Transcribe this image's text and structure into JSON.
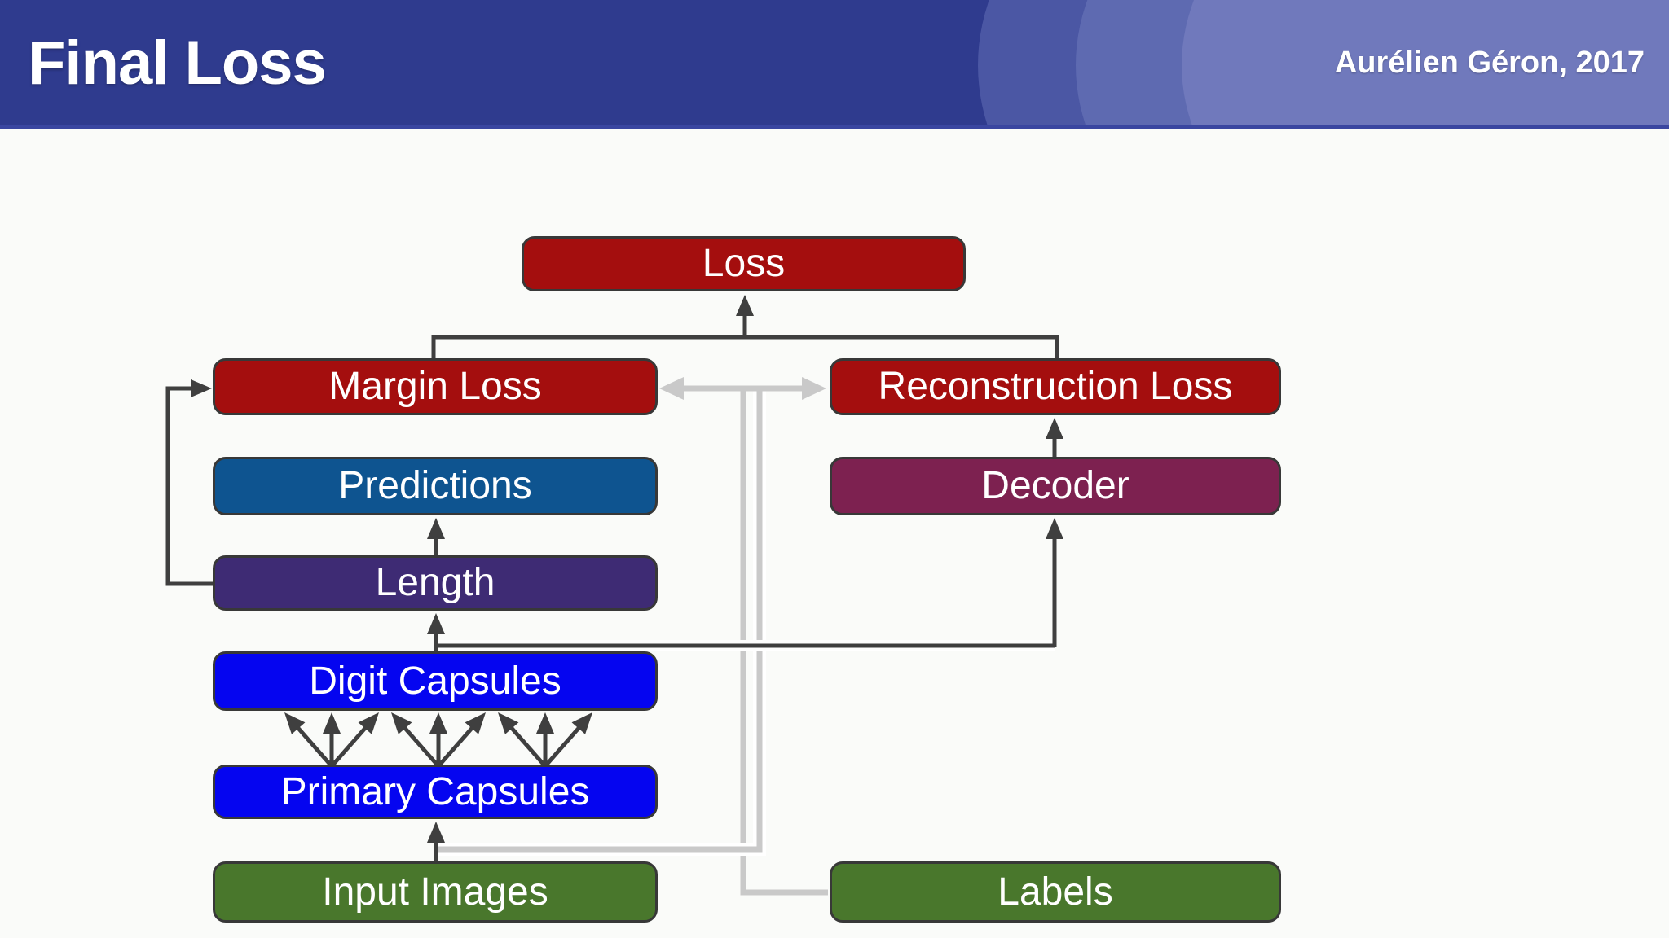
{
  "header": {
    "title": "Final Loss",
    "attribution": "Aurélien Géron, 2017",
    "bg": "#2f3b8e",
    "swoosh": [
      "#4b57a4",
      "#5e6ab1",
      "#7079bc"
    ],
    "bottom_line": "#3a46a0",
    "text_color": "#ffffff"
  },
  "canvas": {
    "bg": "#fafbf9"
  },
  "connectors": {
    "dark": "#3f3f3f",
    "light": "#c9c9c9"
  },
  "boxes": [
    {
      "id": "loss",
      "label": "Loss",
      "color": "#a40e0e"
    },
    {
      "id": "margin-loss",
      "label": "Margin Loss",
      "color": "#a40e0e"
    },
    {
      "id": "reconstruction-loss",
      "label": "Reconstruction Loss",
      "color": "#a40e0e"
    },
    {
      "id": "predictions",
      "label": "Predictions",
      "color": "#0e5490"
    },
    {
      "id": "decoder",
      "label": "Decoder",
      "color": "#7d2150"
    },
    {
      "id": "length",
      "label": "Length",
      "color": "#3e2b74"
    },
    {
      "id": "digit-capsules",
      "label": "Digit Capsules",
      "color": "#0505f0"
    },
    {
      "id": "primary-capsules",
      "label": "Primary Capsules",
      "color": "#0505f0"
    },
    {
      "id": "input-images",
      "label": "Input Images",
      "color": "#49772c"
    },
    {
      "id": "labels",
      "label": "Labels",
      "color": "#49772c"
    }
  ]
}
